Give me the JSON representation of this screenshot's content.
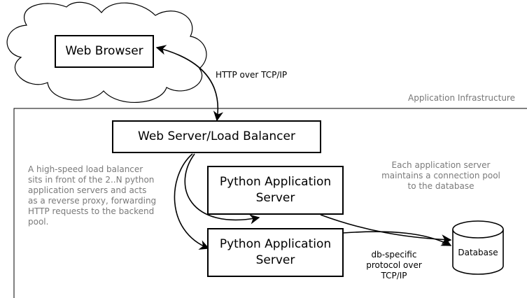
{
  "nodes": {
    "web_browser": "Web Browser",
    "load_balancer": "Web Server/Load Balancer",
    "app_server_1": "Python Application Server",
    "app_server_2": "Python Application Server",
    "database": "Database"
  },
  "labels": {
    "http": "HTTP over TCP/IP",
    "infrastructure": "Application Infrastructure",
    "db_protocol": [
      "db-specific",
      "protocol over",
      "TCP/IP"
    ]
  },
  "notes": {
    "load_balancer": [
      "A high-speed load balancer",
      "sits in front of the 2..N python",
      "application servers and acts",
      "as a reverse proxy, forwarding",
      "HTTP requests to the backend",
      "pool."
    ],
    "connection_pool": [
      "Each application server",
      "maintains a connection pool",
      "to the database"
    ]
  }
}
